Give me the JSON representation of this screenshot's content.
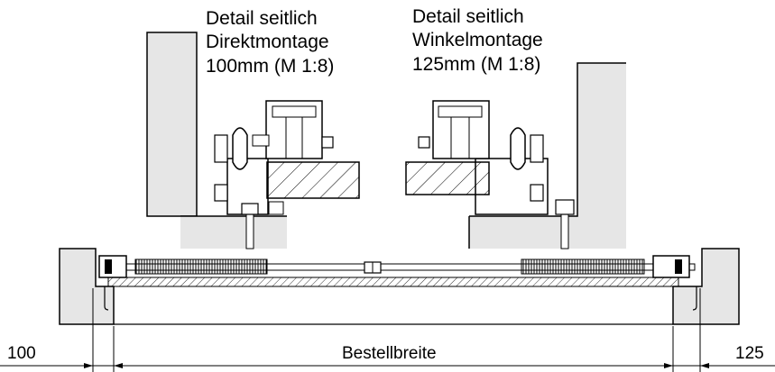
{
  "detail_left": {
    "line1": "Detail seitlich",
    "line2": "Direktmontage",
    "line3": "100mm (M 1:8)"
  },
  "detail_right": {
    "line1": "Detail seitlich",
    "line2": "Winkelmontage",
    "line3": "125mm (M 1:8)"
  },
  "dimensions": {
    "left": "100",
    "center": "Bestellbreite",
    "right": "125"
  },
  "colors": {
    "wall_fill": "#e6e6e6",
    "line": "#000000",
    "background": "#ffffff"
  }
}
